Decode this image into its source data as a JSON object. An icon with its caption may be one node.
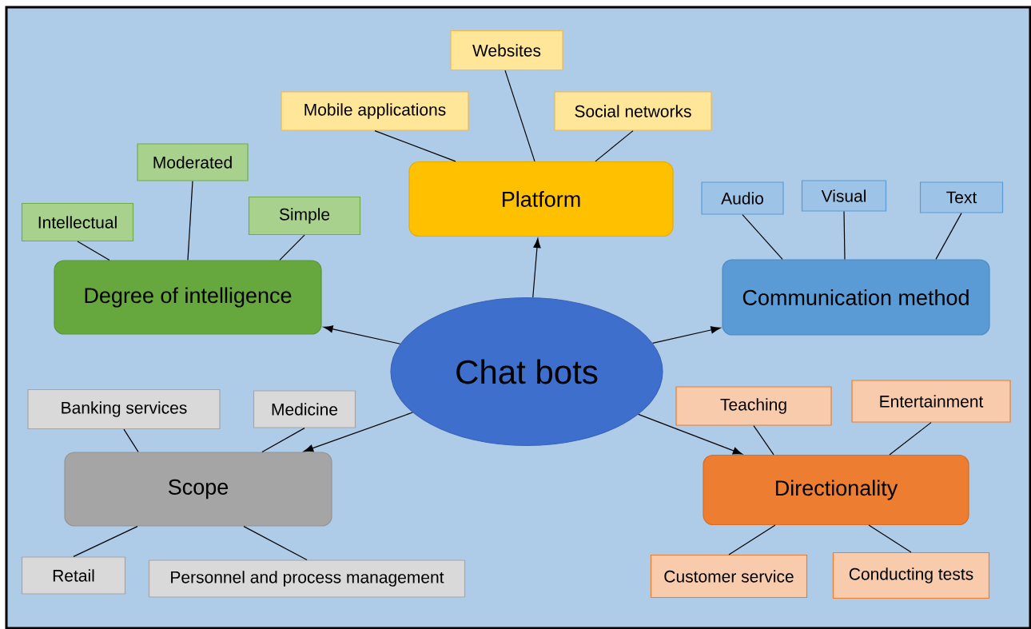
{
  "diagram": {
    "nodes": [
      {
        "text": [
          "Chat bots"
        ]
      },
      {
        "text": [
          "Platform"
        ]
      },
      {
        "text": [
          "Websites"
        ]
      },
      {
        "text": [
          "Mobile applications"
        ]
      },
      {
        "text": [
          "Social networks"
        ]
      },
      {
        "text": [
          "Degree of intelligence"
        ]
      },
      {
        "text": [
          "Moderated"
        ]
      },
      {
        "text": [
          "Intellectual"
        ]
      },
      {
        "text": [
          "Simple"
        ]
      },
      {
        "text": [
          "Communication method"
        ]
      },
      {
        "text": [
          "Audio"
        ]
      },
      {
        "text": [
          "Visual"
        ]
      },
      {
        "text": [
          "Text"
        ]
      },
      {
        "text": [
          "Scope"
        ]
      },
      {
        "text": [
          "Banking services"
        ]
      },
      {
        "text": [
          "Medicine"
        ]
      },
      {
        "text": [
          "Retail"
        ]
      },
      {
        "text": [
          "Personnel and process management"
        ]
      },
      {
        "text": [
          "Directionality"
        ]
      },
      {
        "text": [
          "Teaching"
        ]
      },
      {
        "text": [
          "Entertainment"
        ]
      },
      {
        "text": [
          "Customer service"
        ]
      },
      {
        "text": [
          "Conducting tests"
        ]
      }
    ],
    "edges": [
      {
        "from": 0,
        "to": 1,
        "arrow": "to"
      },
      {
        "from": 0,
        "to": 5,
        "arrow": "to"
      },
      {
        "from": 0,
        "to": 9,
        "arrow": "to"
      },
      {
        "from": 0,
        "to": 13,
        "arrow": "to"
      },
      {
        "from": 0,
        "to": 18,
        "arrow": "to"
      },
      {
        "from": 1,
        "to": 2,
        "arrow": "none"
      },
      {
        "from": 1,
        "to": 3,
        "arrow": "none"
      },
      {
        "from": 1,
        "to": 4,
        "arrow": "none"
      },
      {
        "from": 5,
        "to": 6,
        "arrow": "none"
      },
      {
        "from": 5,
        "to": 7,
        "arrow": "none"
      },
      {
        "from": 5,
        "to": 8,
        "arrow": "none"
      },
      {
        "from": 9,
        "to": 10,
        "arrow": "none"
      },
      {
        "from": 9,
        "to": 11,
        "arrow": "none"
      },
      {
        "from": 9,
        "to": 12,
        "arrow": "none"
      },
      {
        "from": 13,
        "to": 14,
        "arrow": "none"
      },
      {
        "from": 13,
        "to": 15,
        "arrow": "none"
      },
      {
        "from": 13,
        "to": 16,
        "arrow": "none"
      },
      {
        "from": 13,
        "to": 17,
        "arrow": "none"
      },
      {
        "from": 18,
        "to": 19,
        "arrow": "none"
      },
      {
        "from": 18,
        "to": 20,
        "arrow": "none"
      },
      {
        "from": 18,
        "to": 21,
        "arrow": "none"
      },
      {
        "from": 18,
        "to": 22,
        "arrow": "none"
      }
    ]
  }
}
